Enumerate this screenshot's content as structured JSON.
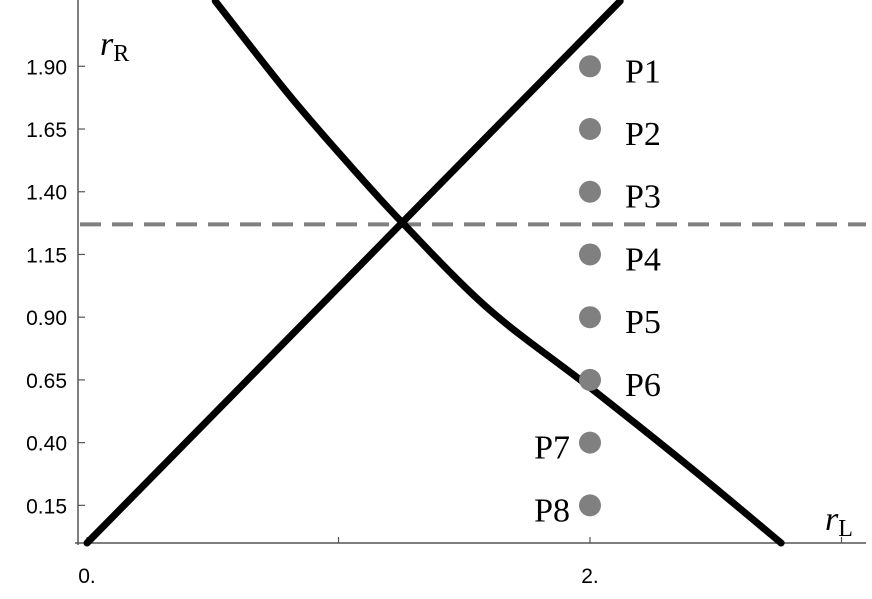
{
  "chart_data": {
    "type": "line",
    "title": "",
    "xlabel": {
      "main": "r",
      "sub": "L"
    },
    "ylabel": {
      "main": "r",
      "sub": "R"
    },
    "xlim": [
      0,
      3.1
    ],
    "ylim": [
      0,
      2.16
    ],
    "grid": false,
    "x_ticks": [
      {
        "value": 0,
        "label": "0."
      },
      {
        "value": 1,
        "label": ""
      },
      {
        "value": 2,
        "label": "2."
      },
      {
        "value": 3,
        "label": ""
      }
    ],
    "y_ticks": [
      {
        "value": 0.15,
        "label": "0.15"
      },
      {
        "value": 0.4,
        "label": "0.40"
      },
      {
        "value": 0.65,
        "label": "0.65"
      },
      {
        "value": 0.9,
        "label": "0.90"
      },
      {
        "value": 1.15,
        "label": "1.15"
      },
      {
        "value": 1.4,
        "label": "1.40"
      },
      {
        "value": 1.65,
        "label": "1.65"
      },
      {
        "value": 1.9,
        "label": "1.90"
      }
    ],
    "series": [
      {
        "color": "#000000",
        "points": [
          [
            0,
            0
          ],
          [
            2.12,
            2.16
          ]
        ]
      },
      {
        "color": "#000000",
        "points": [
          [
            0.51,
            2.16
          ],
          [
            0.8,
            1.79
          ],
          [
            1.05,
            1.5
          ],
          [
            1.26,
            1.27
          ],
          [
            1.6,
            0.93
          ],
          [
            2.0,
            0.62
          ],
          [
            2.4,
            0.3
          ],
          [
            2.76,
            0
          ]
        ]
      }
    ],
    "reference_line": {
      "y": 1.27,
      "style": "dashed",
      "color": "#808080"
    },
    "markers": {
      "color": "#808080",
      "points": [
        {
          "label": "P1",
          "x": 2,
          "y": 1.9,
          "label_side": "right"
        },
        {
          "label": "P2",
          "x": 2,
          "y": 1.65,
          "label_side": "right"
        },
        {
          "label": "P3",
          "x": 2,
          "y": 1.4,
          "label_side": "right"
        },
        {
          "label": "P4",
          "x": 2,
          "y": 1.15,
          "label_side": "right"
        },
        {
          "label": "P5",
          "x": 2,
          "y": 0.9,
          "label_side": "right"
        },
        {
          "label": "P6",
          "x": 2,
          "y": 0.65,
          "label_side": "right"
        },
        {
          "label": "P7",
          "x": 2,
          "y": 0.4,
          "label_side": "left"
        },
        {
          "label": "P8",
          "x": 2,
          "y": 0.15,
          "label_side": "left"
        }
      ]
    }
  }
}
